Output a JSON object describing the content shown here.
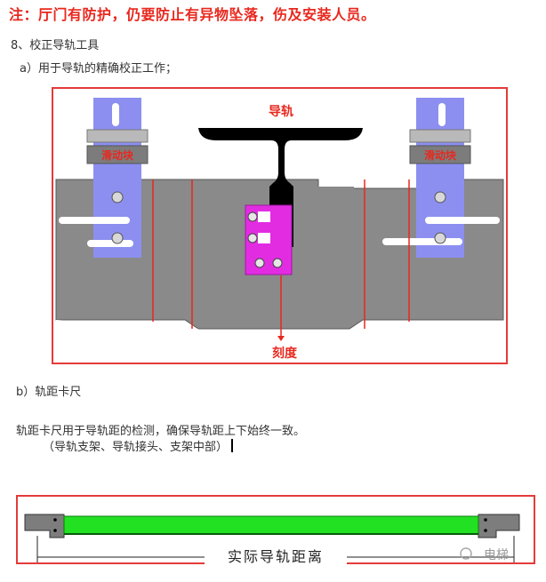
{
  "note": "注：厅门有防护，仍要防止有异物坠落，伤及安装人员。",
  "section8": {
    "heading": "8、校正导轨工具",
    "item_a": "a）用于导轨的精确校正工作；",
    "figure1": {
      "rail_label": "导轨",
      "slider_left_label": "滑动块",
      "slider_right_label": "滑动块",
      "scale_label": "刻度",
      "colors": {
        "plate": "#8a8a8a",
        "slider": "#8c8ff0",
        "clamp": "#e22ce2",
        "rail": "#000000",
        "mark": "#e8281e"
      }
    },
    "item_b": "b）轨距卡尺",
    "description": "轨距卡尺用于导轨距的检测，确保导轨距上下始终一致。",
    "description_note": "（导轨支架、导轨接头、支架中部）",
    "figure2": {
      "distance_label": "实际导轨距离",
      "watermark": "电梯",
      "colors": {
        "bar": "#22e022",
        "end": "#7d7d7d"
      }
    }
  }
}
